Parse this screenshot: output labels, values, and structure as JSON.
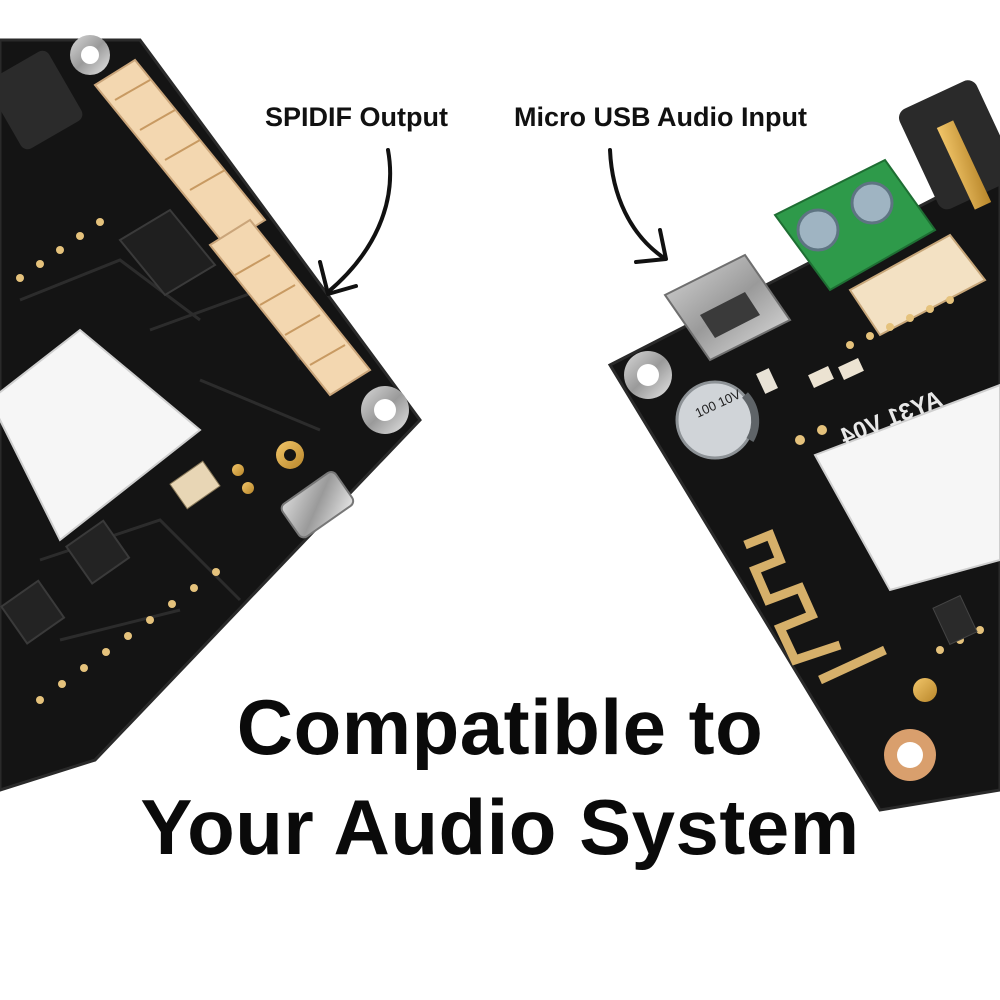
{
  "labels": {
    "spdif_output": "SPIDIF Output",
    "micro_usb_input": "Micro USB Audio Input"
  },
  "headline": {
    "line1": "Compatible to",
    "line2": "Your Audio System"
  },
  "board_right": {
    "model_marking": "AY31 V04",
    "capacitor_marking": "100 10V"
  },
  "colors": {
    "background": "#ffffff",
    "pcb": "#141414",
    "connector": "#f3d7b0",
    "terminal_block": "#2e9a4a",
    "text": "#0a0a0a"
  },
  "icons": [
    "arrow-down-icon",
    "arrow-down-icon"
  ]
}
